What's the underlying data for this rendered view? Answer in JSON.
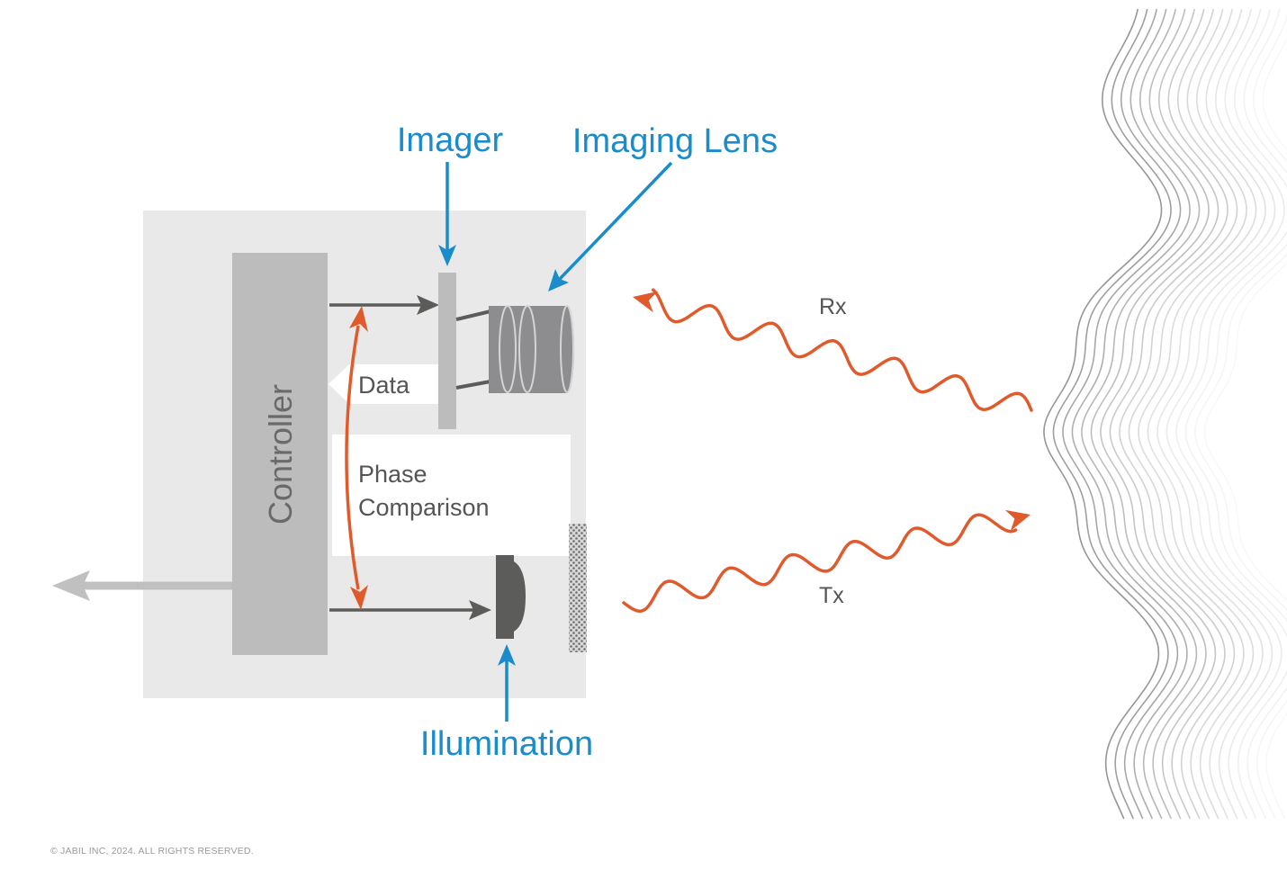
{
  "labels": {
    "imager": "Imager",
    "imaging_lens": "Imaging Lens",
    "illumination": "Illumination",
    "controller": "Controller",
    "data": "Data",
    "phase_line1": "Phase",
    "phase_line2": "Comparison",
    "rx": "Rx",
    "tx": "Tx"
  },
  "footer": {
    "copyright": "© JABIL INC, 2024. ALL RIGHTS RESERVED."
  },
  "colors": {
    "label_blue": "#1a8ccc",
    "signal_orange": "#e05a2b",
    "housing_gray": "#e9e9e9",
    "controller_gray": "#bcbcbd",
    "dark_gray": "#5c5d5a"
  }
}
